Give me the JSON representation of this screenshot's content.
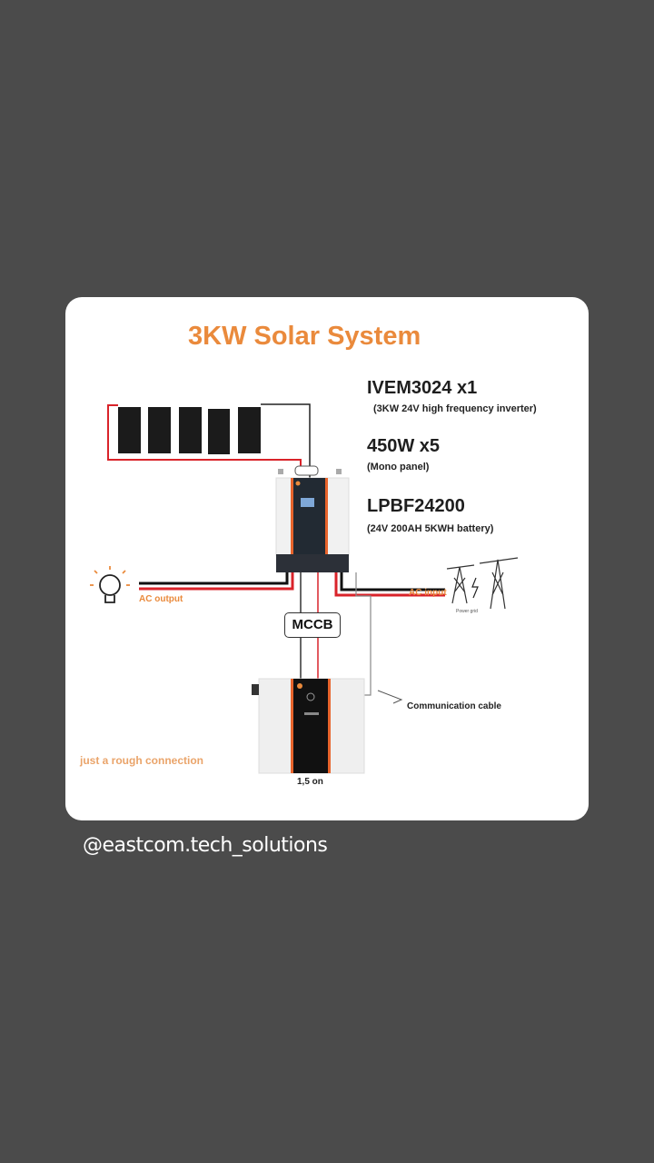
{
  "title": "3KW Solar System",
  "components": [
    {
      "model": "IVEM3024 x1",
      "desc": "(3KW 24V high frequency inverter)"
    },
    {
      "model": "450W x5",
      "desc": "(Mono panel)"
    },
    {
      "model": "LPBF24200",
      "desc": "(24V 200AH 5KWH battery)"
    }
  ],
  "labels": {
    "ac_output": "AC output",
    "ac_input": "AC input",
    "power_grid": "Power grid",
    "mccb": "MCCB",
    "communication": "Communication cable",
    "battery_cable": "1,5 on",
    "note": "just a rough connection"
  },
  "watermark": "@eastcom.tech_solutions",
  "colors": {
    "accent": "#ea8a3c",
    "wire_red": "#d9232a",
    "background": "#4b4b4b"
  }
}
